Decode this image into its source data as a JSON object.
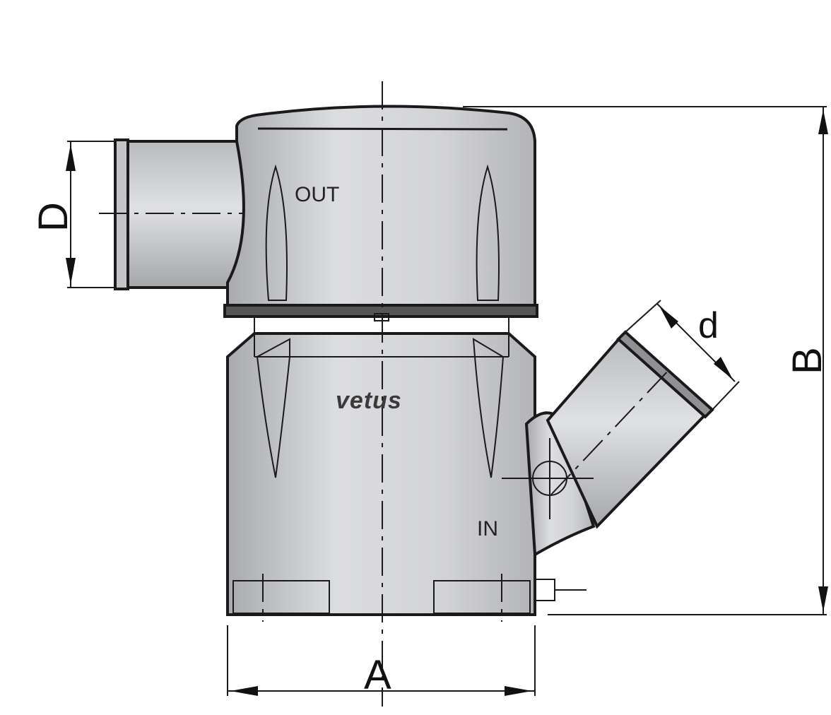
{
  "labels": {
    "out": "OUT",
    "in": "IN",
    "brand": "vetus"
  },
  "dimensions": {
    "a": "A",
    "b": "B",
    "d_upper": "D",
    "d_lower": "d"
  },
  "colors": {
    "body_fill": "#cfd0d4",
    "line": "#1a1a1a",
    "drain_plug": "#b08a3c"
  }
}
